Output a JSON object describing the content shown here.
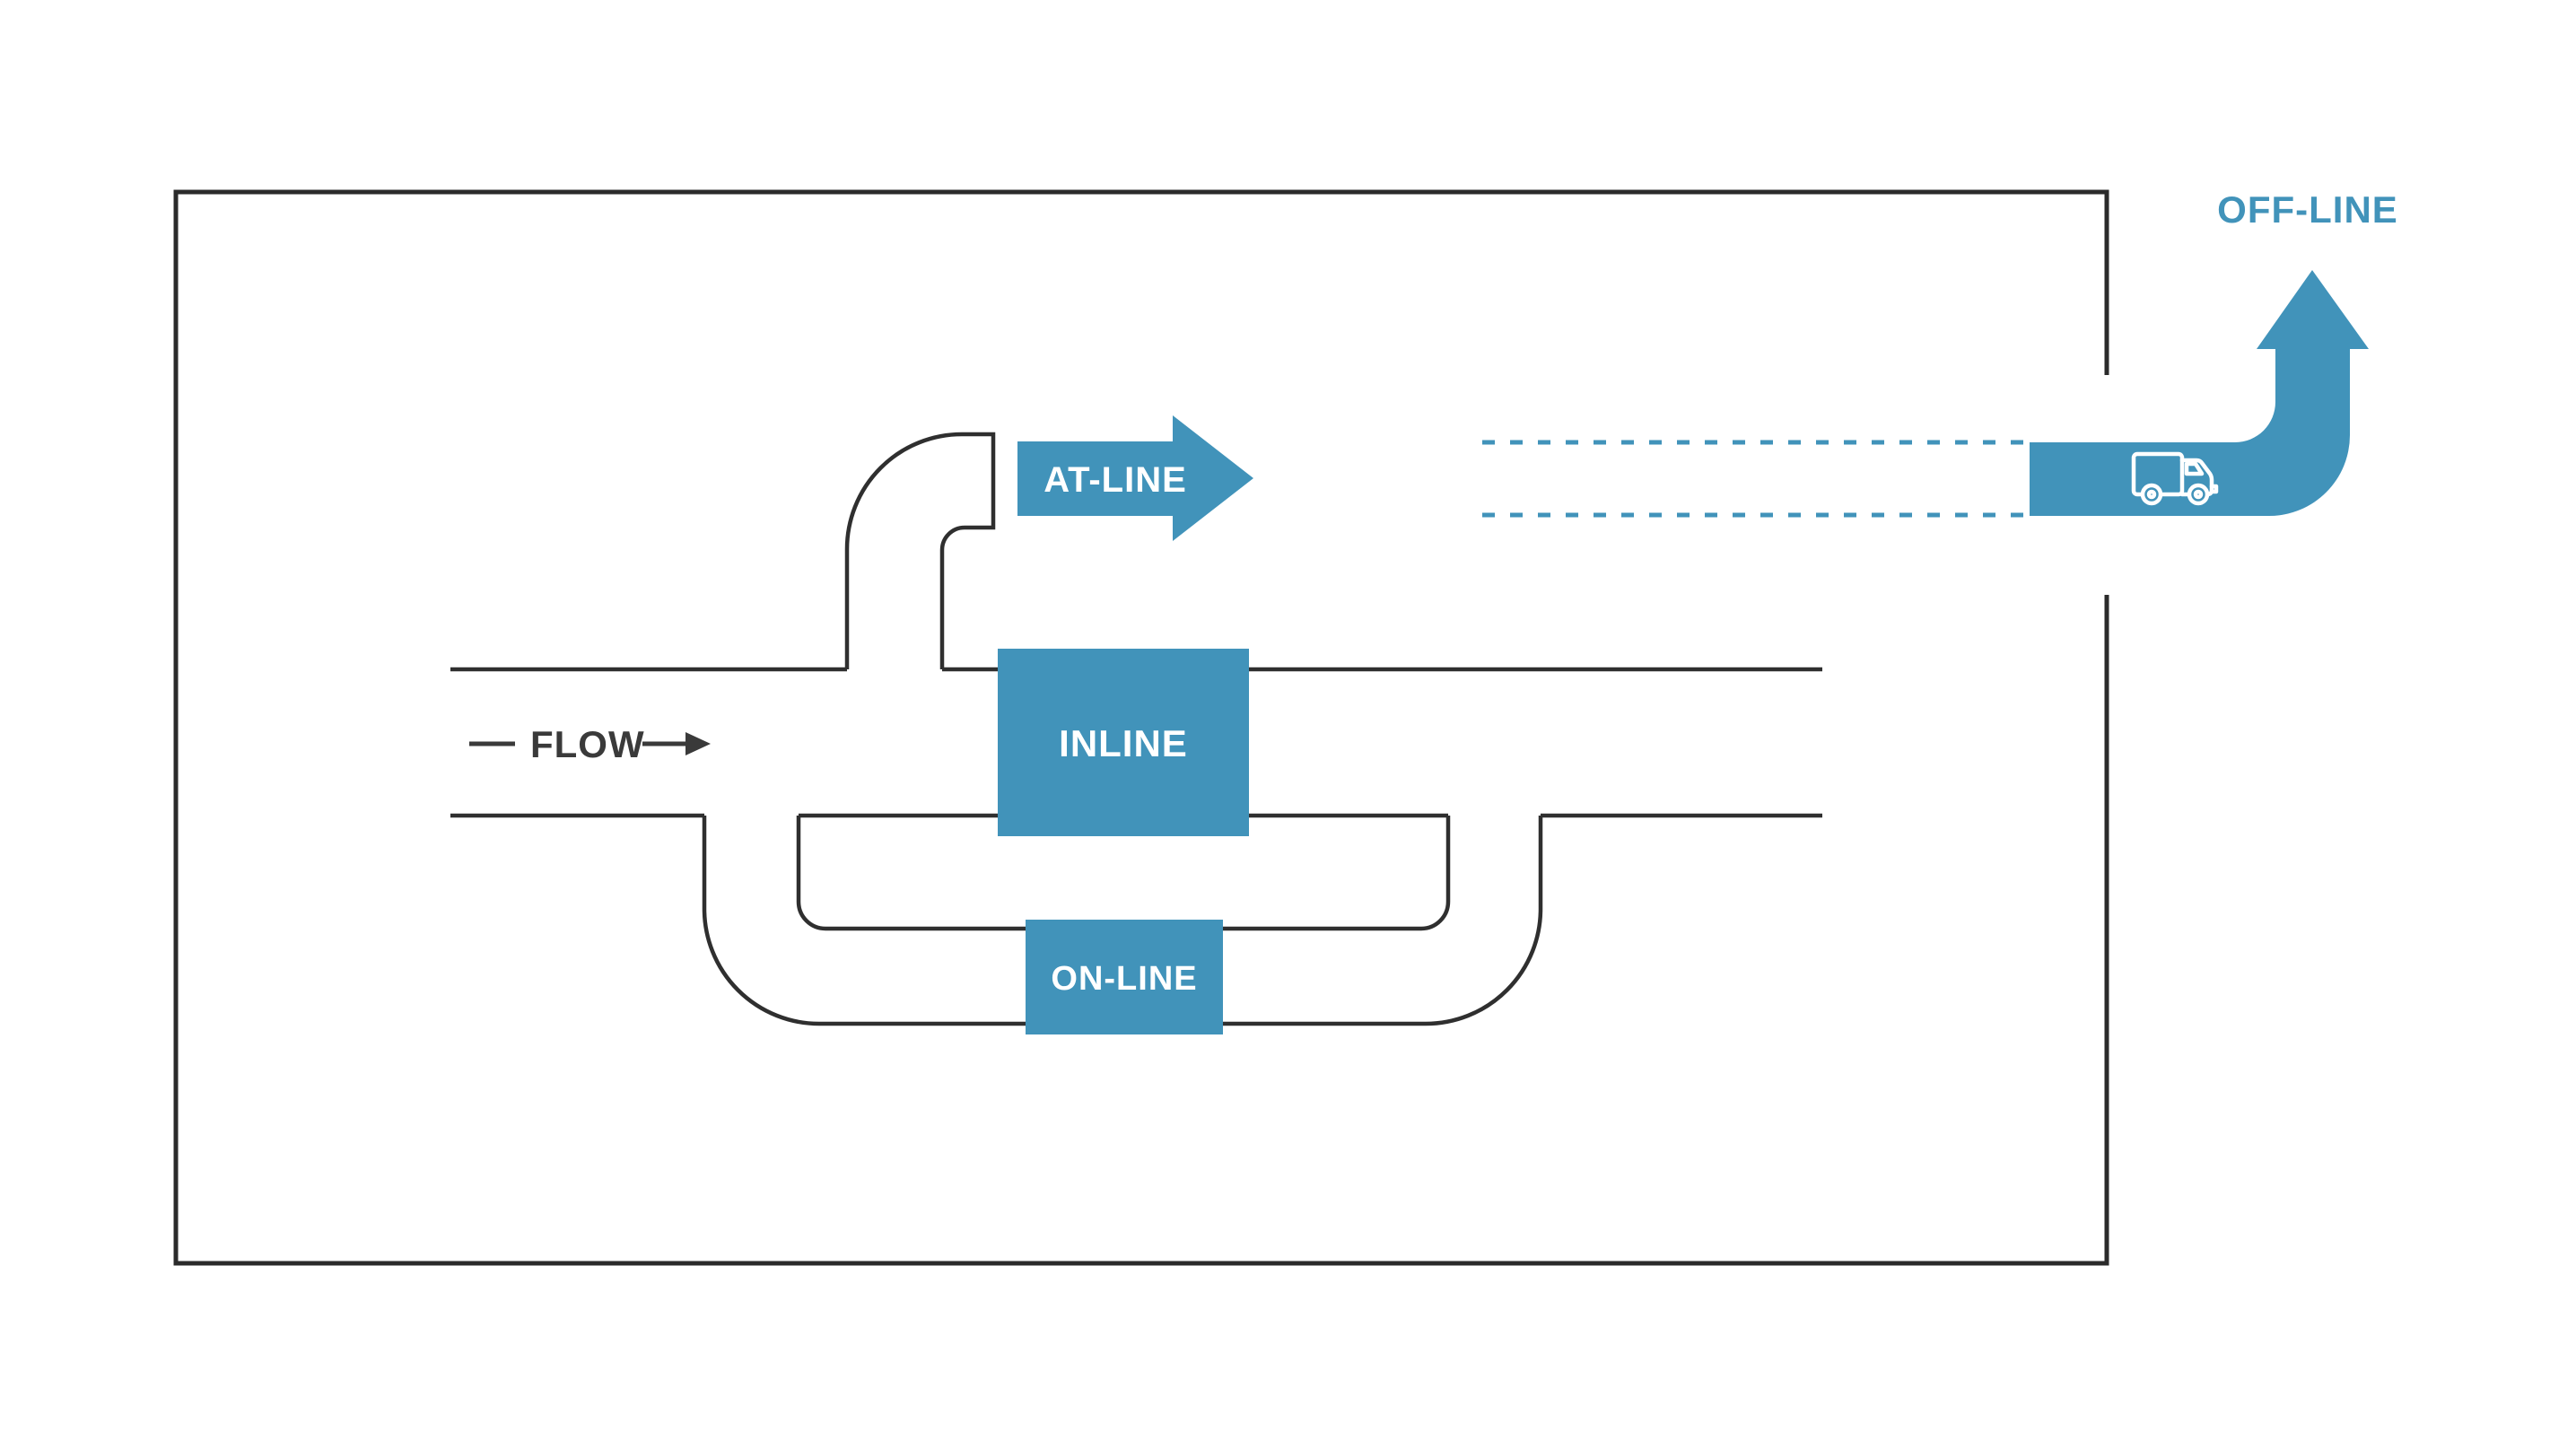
{
  "colors": {
    "accent": "#4193ba",
    "line": "#2f2f2f",
    "flow_text": "#3a3a3a",
    "box_text": "#ffffff",
    "background": "#ffffff"
  },
  "diagram": {
    "flow_label": "FLOW",
    "inline_label": "INLINE",
    "online_label": "ON-LINE",
    "atline_label": "AT-LINE",
    "offline_label": "OFF-LINE",
    "icons": {
      "truck": "truck-icon",
      "flow_direction": "flow-arrow-icon",
      "atline_arrow": "at-line-arrow-icon",
      "offline_arrow": "off-line-arrow-icon"
    }
  }
}
